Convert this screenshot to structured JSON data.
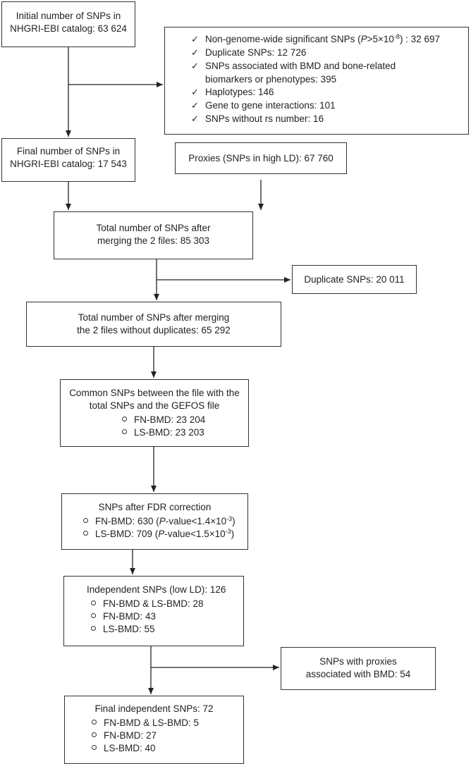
{
  "box1": {
    "lines": [
      "Initial number of SNPs in",
      "NHGRI-EBI catalog: 63 624"
    ]
  },
  "exclusions": {
    "items": [
      {
        "a": "Non-genome-wide significant SNPs (",
        "p": "P",
        "b": ">5×10",
        "exp": "-8",
        "c": ") : 32 697"
      },
      {
        "a": "Duplicate SNPs: 12 726"
      },
      {
        "a": "SNPs associated with BMD and bone-related",
        "a2": "biomarkers or phenotypes: 395"
      },
      {
        "a": "Haplotypes: 146"
      },
      {
        "a": "Gene to gene interactions: 101"
      },
      {
        "a": "SNPs without rs number: 16"
      }
    ]
  },
  "box_final_catalog": {
    "lines": [
      "Final number of SNPs in",
      "NHGRI-EBI catalog: 17 543"
    ]
  },
  "box_proxies": {
    "text": "Proxies (SNPs in high LD): 67 760"
  },
  "box_merged": {
    "lines": [
      "Total number of SNPs after",
      "merging the 2 files: 85 303"
    ]
  },
  "box_duplicates": {
    "text": "Duplicate SNPs: 20 011"
  },
  "box_merged_nodup": {
    "lines": [
      "Total number of SNPs after merging",
      "the 2 files without duplicates: 65 292"
    ]
  },
  "box_common": {
    "lines": [
      "Common SNPs between the file with the",
      "total SNPs and the GEFOS file"
    ],
    "items": [
      "FN-BMD: 23 204",
      "LS-BMD: 23 203"
    ]
  },
  "box_fdr": {
    "title": "SNPs after FDR correction",
    "items": [
      {
        "a": "FN-BMD: 630 (",
        "p": "P",
        "b": "-value<1.4×10",
        "exp": "-3",
        "c": ")"
      },
      {
        "a": "LS-BMD: 709 (",
        "p": "P",
        "b": "-value<1.5×10",
        "exp": "-3",
        "c": ")"
      }
    ]
  },
  "box_independent": {
    "title": "Independent SNPs (low LD): 126",
    "items": [
      "FN-BMD & LS-BMD: 28",
      "FN-BMD: 43",
      "LS-BMD: 55"
    ]
  },
  "box_proxies_bmd": {
    "lines": [
      "SNPs with proxies",
      "associated with BMD: 54"
    ]
  },
  "box_final": {
    "title": "Final independent SNPs: 72",
    "items": [
      "FN-BMD & LS-BMD: 5",
      "FN-BMD: 27",
      "LS-BMD: 40"
    ]
  }
}
